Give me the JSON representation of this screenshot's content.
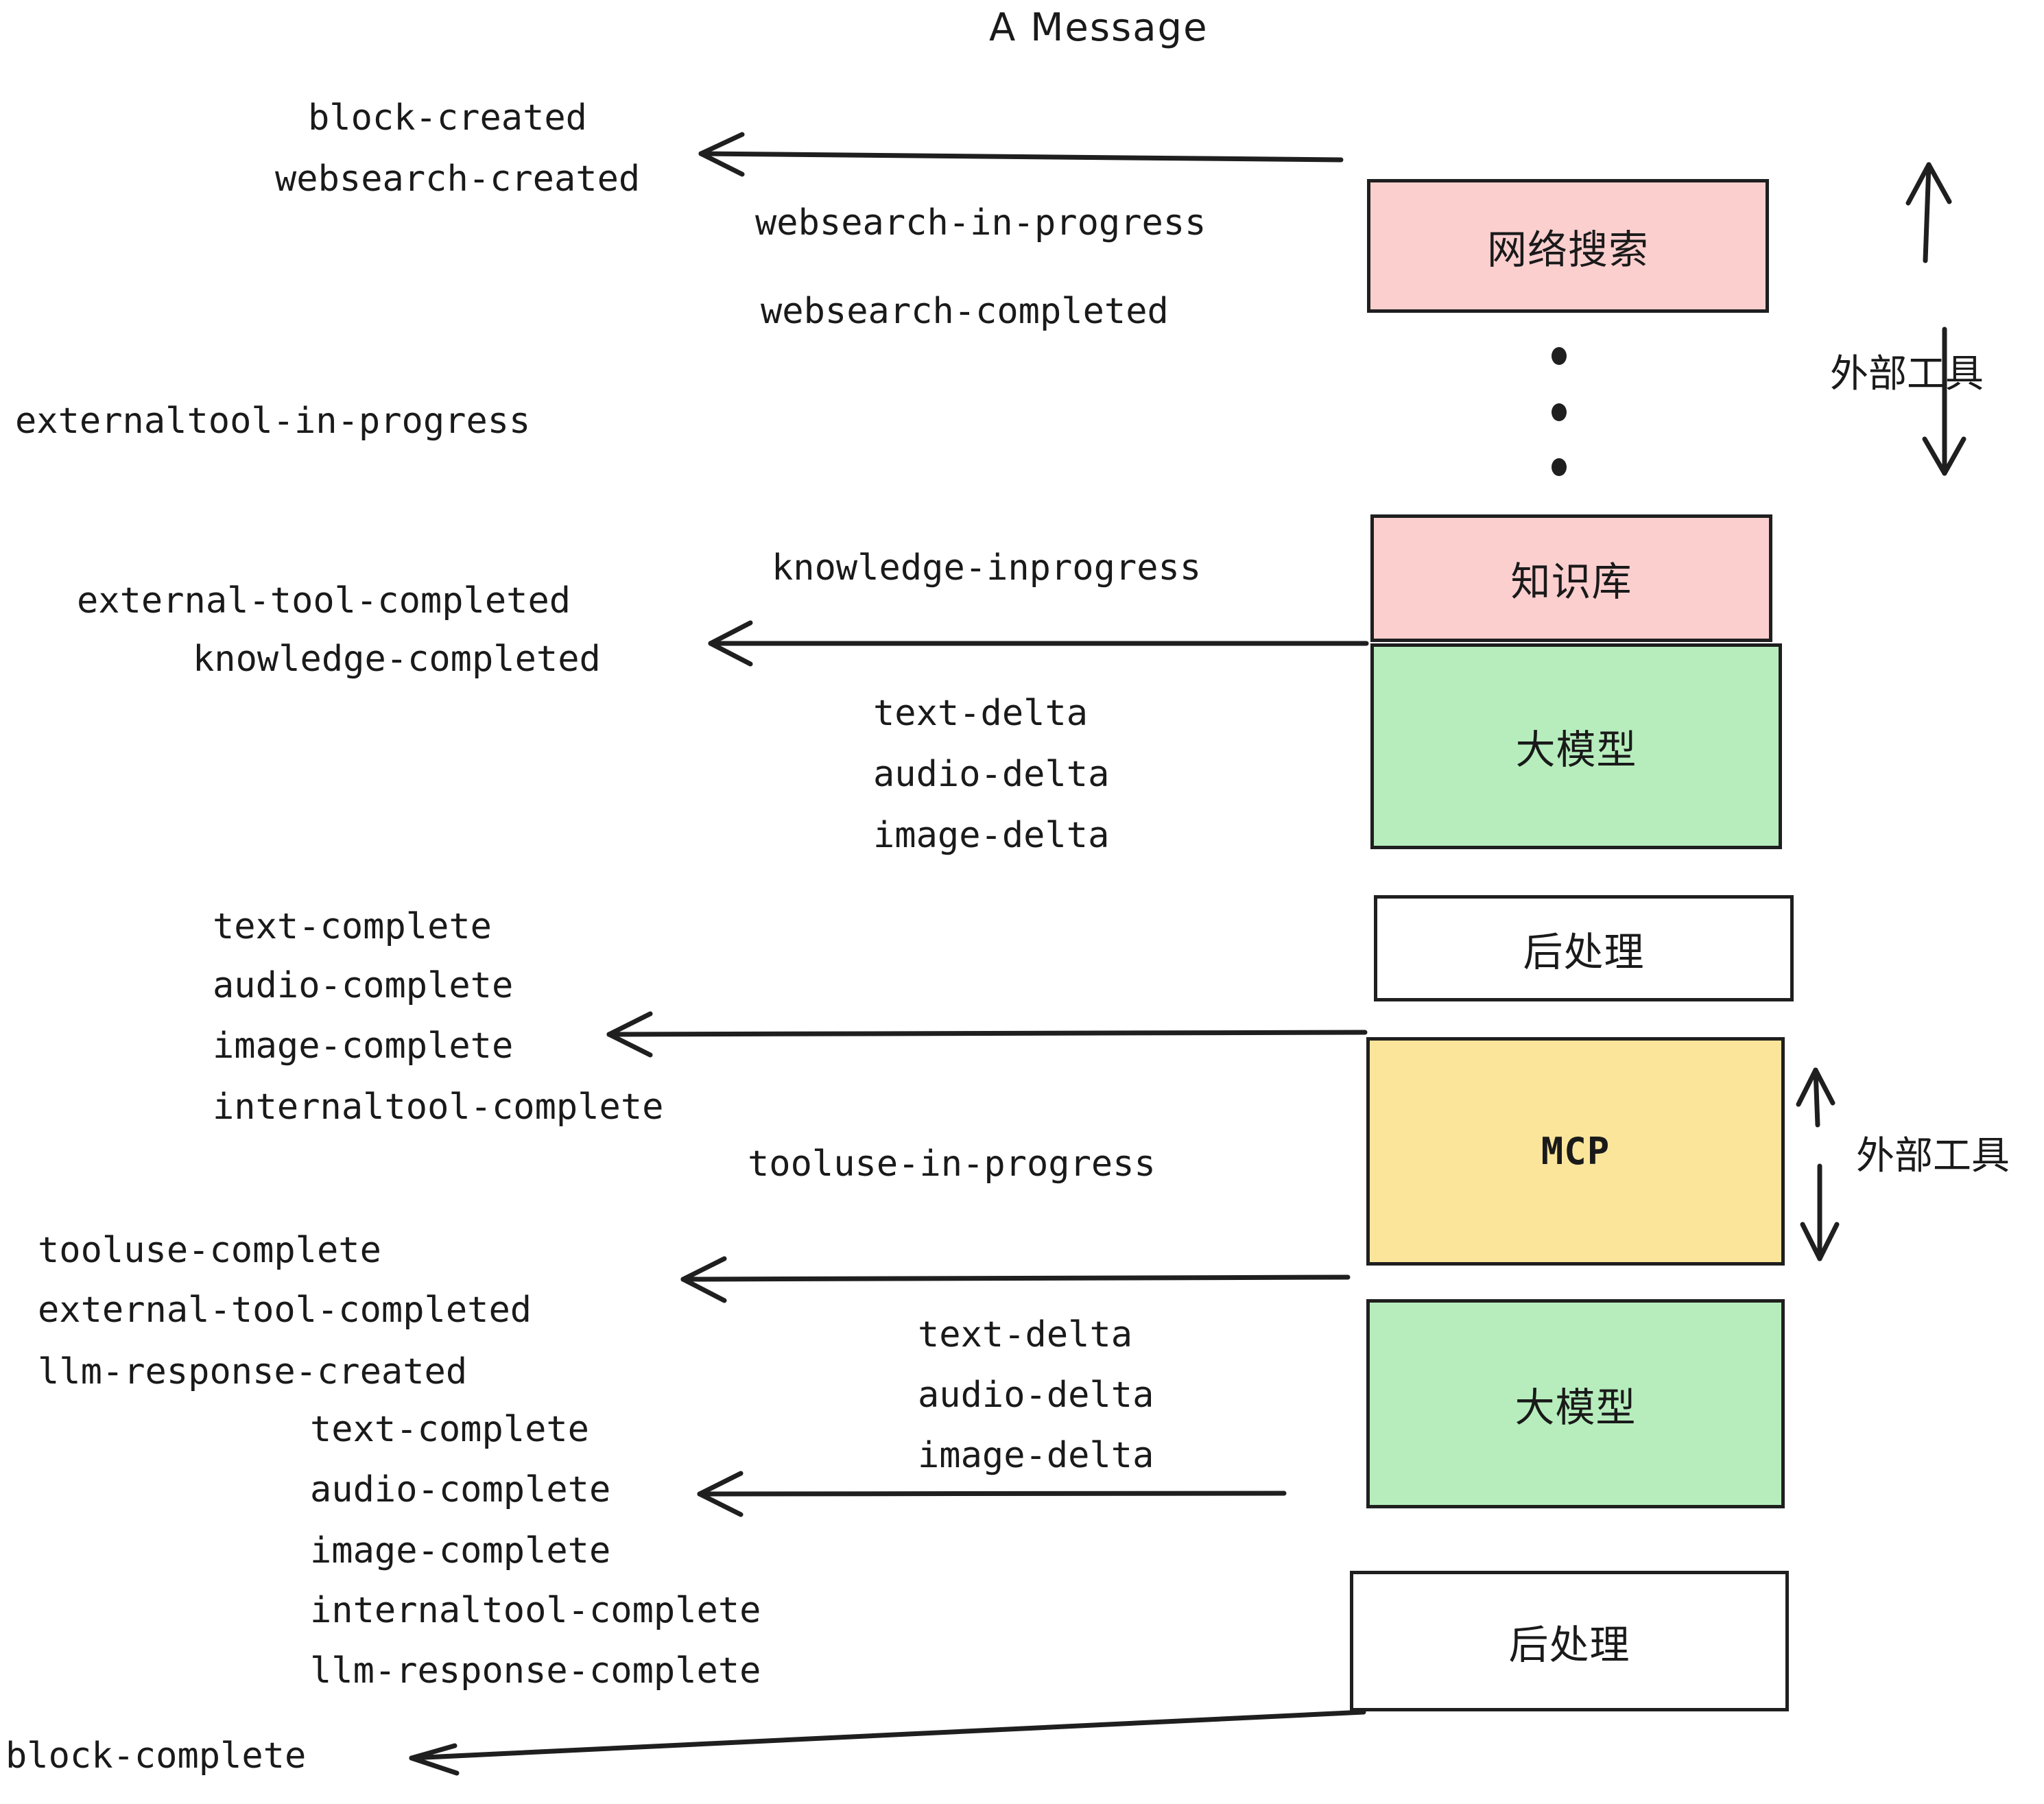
{
  "title": "A Message",
  "colors": {
    "pink": "#FCCFCF",
    "green": "#B7EDBD",
    "yellow": "#FAE59B",
    "white": "#FFFFFF",
    "stroke": "#1F1F1F",
    "text": "#1A1A1A",
    "background": "#FFFFFF"
  },
  "boxes": [
    {
      "id": "websearch",
      "label": "网络搜索",
      "fill": "pink",
      "mono": false
    },
    {
      "id": "knowledge",
      "label": "知识库",
      "fill": "pink",
      "mono": false
    },
    {
      "id": "llm-upper",
      "label": "大模型",
      "fill": "green",
      "mono": false
    },
    {
      "id": "postprocess-up",
      "label": "后处理",
      "fill": "white",
      "mono": false
    },
    {
      "id": "mcp",
      "label": "MCP",
      "fill": "yellow",
      "mono": true
    },
    {
      "id": "llm-lower",
      "label": "大模型",
      "fill": "green",
      "mono": false
    },
    {
      "id": "postprocess-lo",
      "label": "后处理",
      "fill": "white",
      "mono": false
    }
  ],
  "events": [
    "block-created",
    "websearch-created",
    "websearch-in-progress",
    "websearch-completed",
    "externaltool-in-progress",
    "knowledge-inprogress",
    "external-tool-completed",
    "knowledge-completed",
    "text-delta",
    "audio-delta",
    "image-delta",
    "text-complete",
    "audio-complete",
    "image-complete",
    "internaltool-complete",
    "tooluse-in-progress",
    "tooluse-complete",
    "external-tool-completed",
    "llm-response-created",
    "text-complete",
    "audio-complete",
    "image-complete",
    "internaltool-complete",
    "llm-response-complete",
    "block-complete",
    "text-delta",
    "audio-delta",
    "image-delta"
  ],
  "annotations": [
    {
      "id": "external-tool-upper",
      "label": "外部工具"
    },
    {
      "id": "external-tool-lower",
      "label": "外部工具"
    }
  ],
  "ellipsis": {
    "id": "vertical-ellipsis",
    "count": 3
  }
}
